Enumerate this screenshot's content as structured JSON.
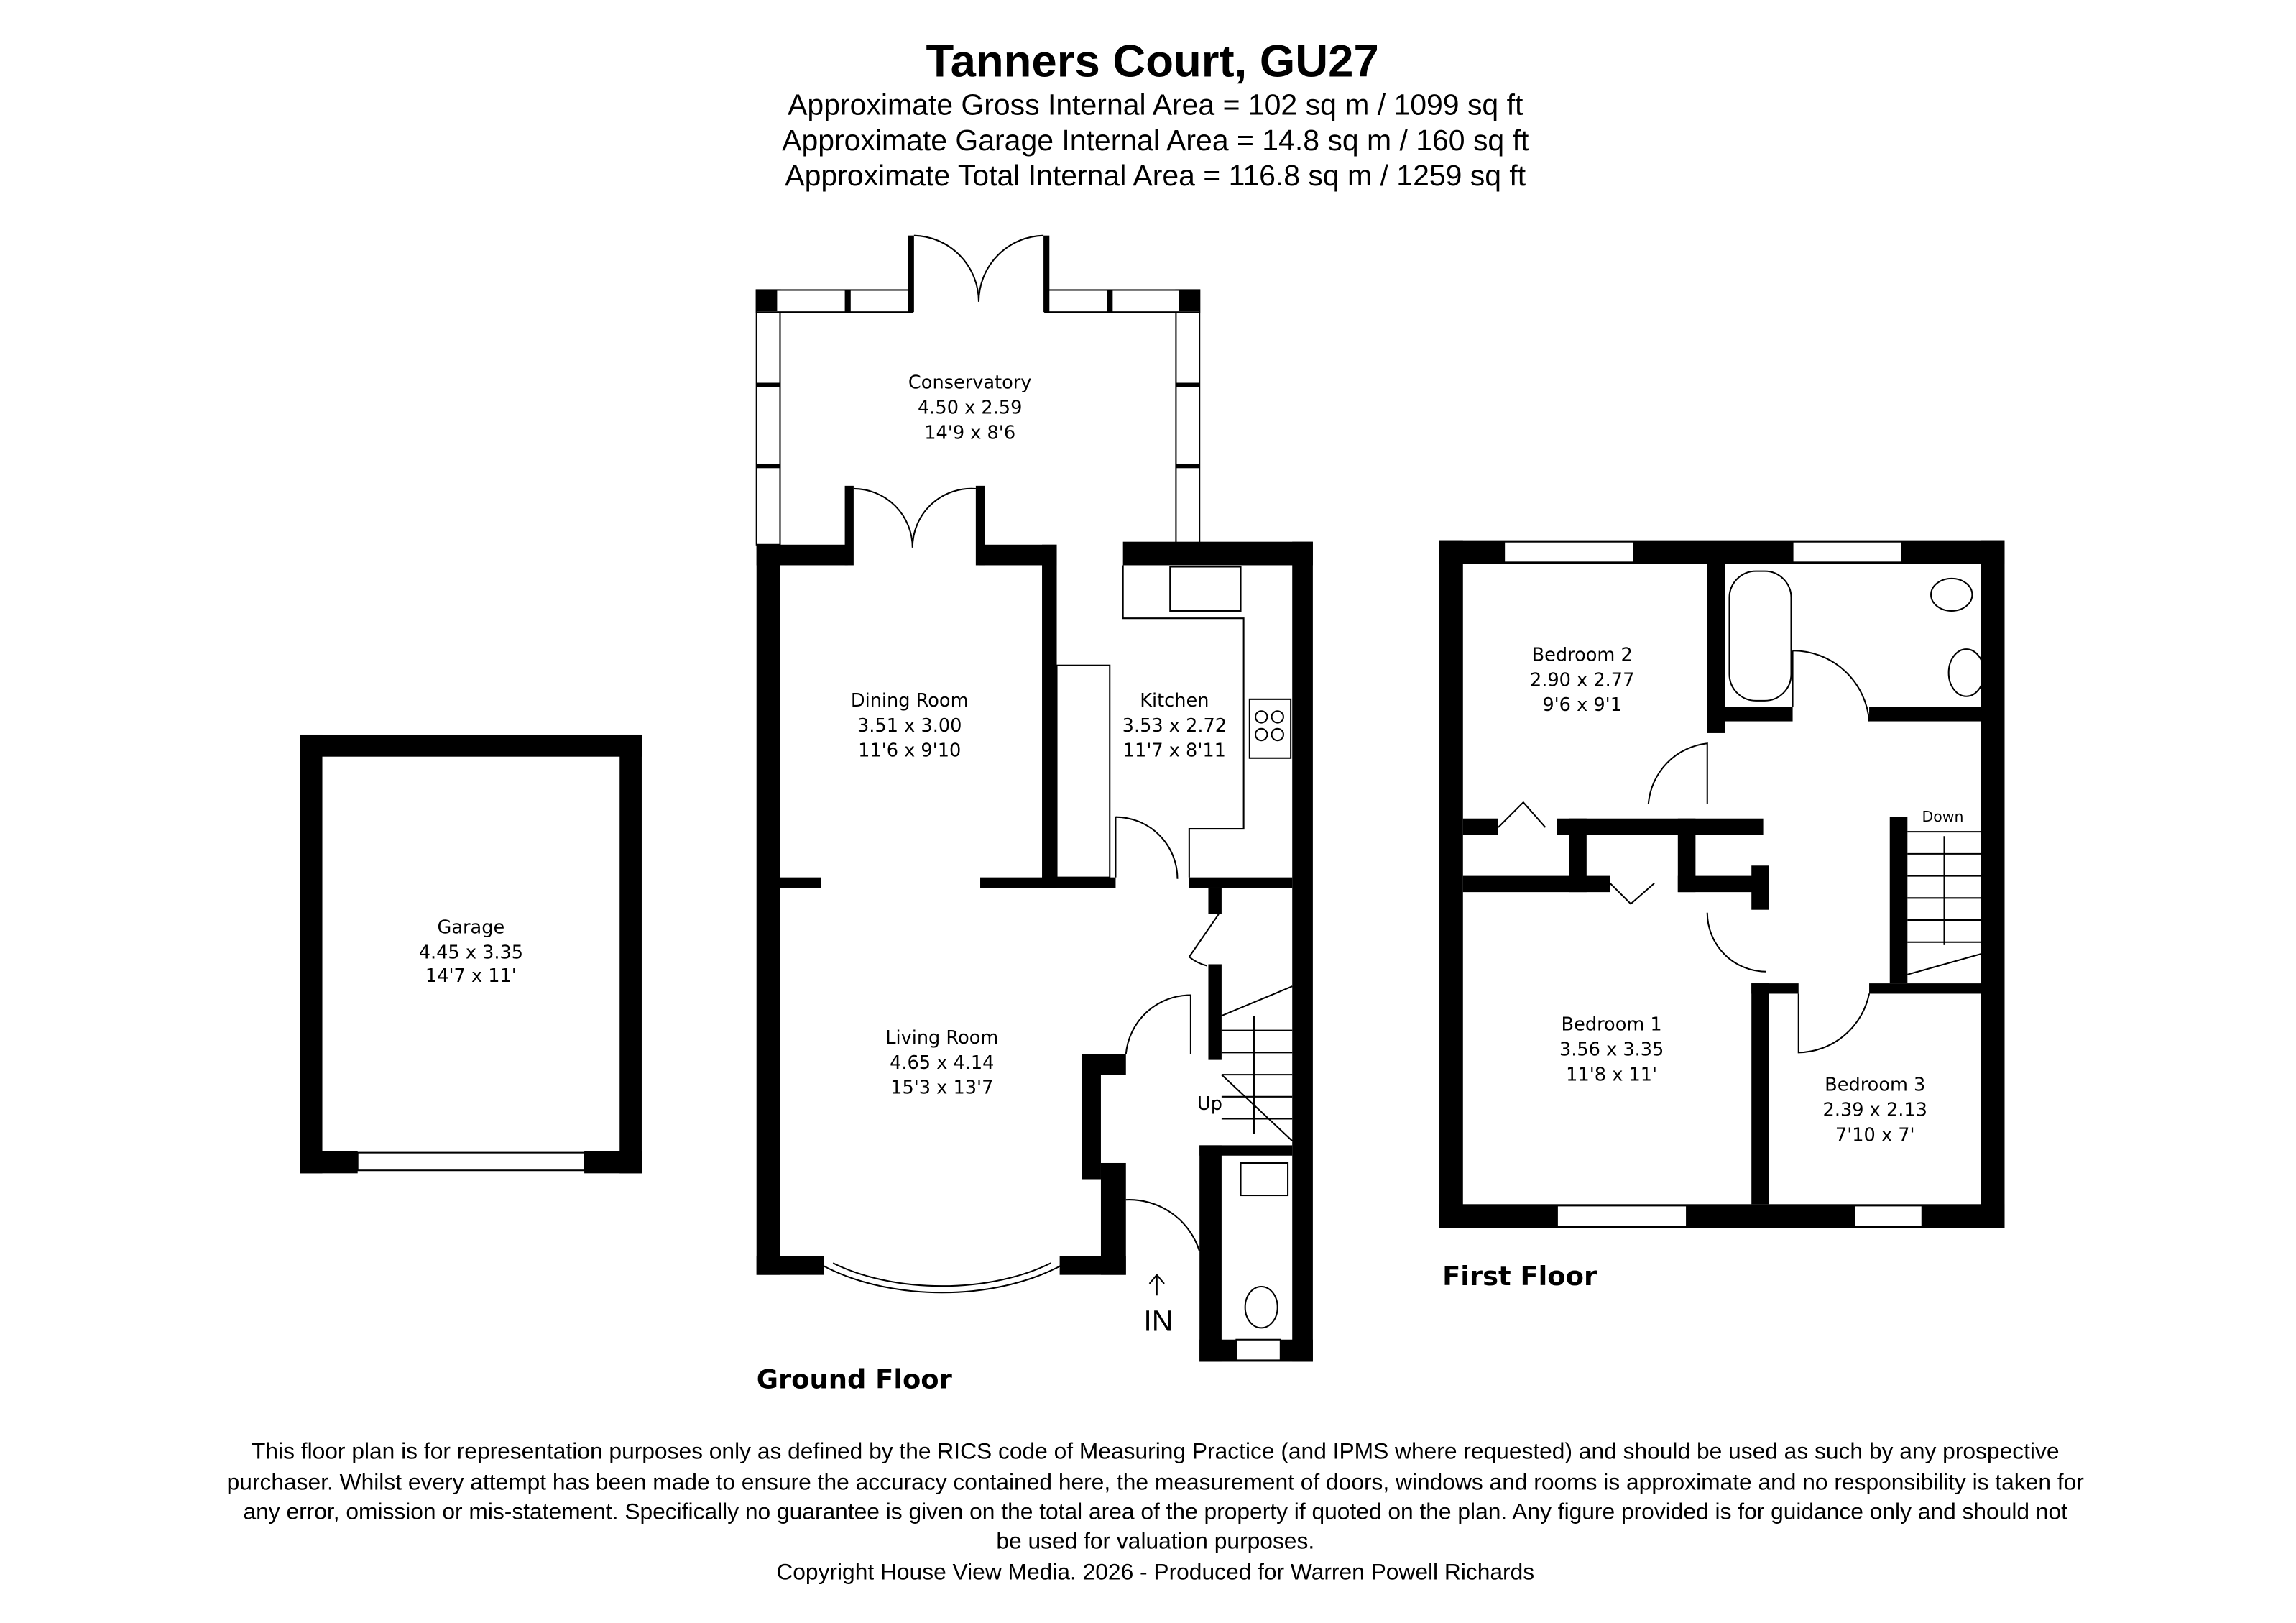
{
  "header": {
    "title": "Tanners Court, GU27",
    "gross_area": "Approximate Gross Internal Area = 102 sq m / 1099 sq ft",
    "garage_area": "Approximate Garage Internal Area = 14.8 sq m / 160 sq ft",
    "total_area": "Approximate Total Internal Area = 116.8 sq m / 1259 sq ft"
  },
  "garage": {
    "name": "Garage",
    "metric": "4.45 x 3.35",
    "imperial": "14'7 x 11'"
  },
  "ground_floor": {
    "label": "Ground Floor",
    "entrance": "IN",
    "stairs": "Up",
    "rooms": [
      {
        "name": "Conservatory",
        "metric": "4.50 x 2.59",
        "imperial": "14'9 x 8'6"
      },
      {
        "name": "Dining Room",
        "metric": "3.51 x 3.00",
        "imperial": "11'6 x 9'10"
      },
      {
        "name": "Kitchen",
        "metric": "3.53 x 2.72",
        "imperial": "11'7 x 8'11"
      },
      {
        "name": "Living Room",
        "metric": "4.65 x 4.14",
        "imperial": "15'3 x 13'7"
      }
    ]
  },
  "first_floor": {
    "label": "First Floor",
    "stairs": "Down",
    "rooms": [
      {
        "name": "Bedroom 2",
        "metric": "2.90 x 2.77",
        "imperial": "9'6 x 9'1"
      },
      {
        "name": "Bedroom 1",
        "metric": "3.56 x 3.35",
        "imperial": "11'8 x 11'"
      },
      {
        "name": "Bedroom 3",
        "metric": "2.39 x 2.13",
        "imperial": "7'10 x 7'"
      }
    ]
  },
  "footer": {
    "disclaimer": [
      "This floor plan is for representation purposes only as defined by the RICS code of Measuring Practice (and IPMS where requested) and should be used as such by any prospective",
      "purchaser. Whilst every attempt has been made to ensure the accuracy contained here, the measurement of doors, windows and rooms is approximate and no responsibility is taken for",
      "any error, omission or mis-statement. Specifically no guarantee is given on the total area of the property if quoted on the plan. Any figure provided is for guidance only and should not",
      "be used for valuation purposes."
    ],
    "copyright": "Copyright House View Media. 2026 - Produced for Warren Powell Richards"
  }
}
